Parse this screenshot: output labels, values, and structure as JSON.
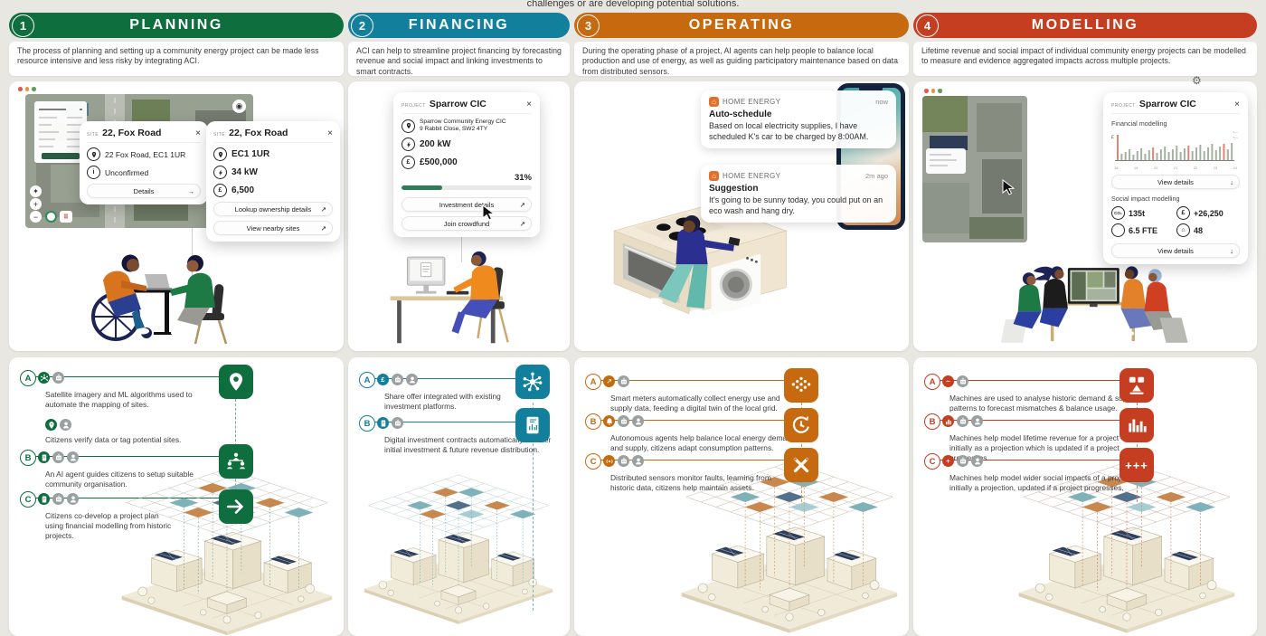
{
  "top_note": "challenges or are developing potential solutions.",
  "icons": {
    "close": "×",
    "external_link": "↗",
    "arrow_right": "→",
    "arrow_down": "↓",
    "gear": "⚙",
    "pound": "£",
    "info": "i",
    "co2": "CO₂",
    "home": "⌂",
    "target": "◉",
    "compass": "✦",
    "zoom_in": "+",
    "zoom_out": "−"
  },
  "colors": {
    "planning": "#0e6e3d",
    "financing": "#12809d",
    "operating": "#c6690f",
    "modelling": "#c63e22",
    "drop_planning": "#7aa98c",
    "drop_financing": "#6fb3c0",
    "drop_operating": "#d98f4f",
    "drop_modelling": "#d57a64"
  },
  "columns": [
    {
      "number": "1",
      "title": "PLANNING",
      "description": "The process of planning and setting up a community energy project can be made less resource intensive and less risky by integrating ACI.",
      "steps": [
        {
          "letter": "A",
          "text": "Satellite imagery and ML algorithms used to automate the mapping of sites.",
          "sub_text": "Citizens verify data or tag potential sites."
        },
        {
          "letter": "B",
          "text": "An AI agent guides citizens to setup suitable community organisation."
        },
        {
          "letter": "C",
          "text": "Citizens co-develop a project plan using financial modelling from historic projects."
        }
      ]
    },
    {
      "number": "2",
      "title": "FINANCING",
      "description": "ACI can help to streamline project financing by forecasting revenue and social impact and linking investments to smart contracts.",
      "steps": [
        {
          "letter": "A",
          "text": "Share offer integrated with existing investment platforms."
        },
        {
          "letter": "B",
          "text": "Digital investment contracts automatically transfer initial investment & future revenue distribution."
        }
      ]
    },
    {
      "number": "3",
      "title": "OPERATING",
      "description": "During the operating phase of a project, AI agents can help people to balance local production and use of energy, as well as guiding participatory maintenance based on data from distributed sensors.",
      "steps": [
        {
          "letter": "A",
          "text": "Smart meters automatically collect energy use and supply data, feeding a digital twin of the local grid."
        },
        {
          "letter": "B",
          "text": "Autonomous agents help balance local energy demand and supply, citizens adapt consumption patterns."
        },
        {
          "letter": "C",
          "text": "Distributed sensors monitor faults, learning from historic data, citizens help maintain assets."
        }
      ]
    },
    {
      "number": "4",
      "title": "MODELLING",
      "description": "Lifetime revenue and social impact of individual community energy projects can be modelled to measure and evidence aggregated impacts across multiple projects.",
      "steps": [
        {
          "letter": "A",
          "text": "Machines are used to analyse historic demand & supply patterns to forecast mismatches & balance usage."
        },
        {
          "letter": "B",
          "text": "Machines help model lifetime revenue for a project - initially as a projection which is updated if a project progresses."
        },
        {
          "letter": "C",
          "text": "Machines help model wider social impacts of a project - initially a projection, updated if a project progresses."
        }
      ]
    }
  ],
  "planning": {
    "site_card_1": {
      "tag": "SITE",
      "name": "22, Fox Road",
      "address": "22 Fox Road, EC1 1UR",
      "status": "Unconfirmed",
      "details_button": "Details"
    },
    "site_card_2": {
      "tag": "SITE",
      "name": "22, Fox Road",
      "address": "EC1 1UR",
      "capacity": "34 kW",
      "value": "6,500",
      "lookup_button": "Lookup ownership details",
      "nearby_button": "View nearby sites"
    }
  },
  "financing": {
    "project_card": {
      "tag": "PROJECT",
      "name": "Sparrow CIC",
      "org_line1": "Sparrow Community Energy CIC",
      "org_line2": "9 Rabbit Close, SW2 4TY",
      "capacity": "200 kW",
      "target": "£500,000",
      "progress_label": "31%",
      "progress_pct": 31,
      "investment_button": "Investment details",
      "crowdfund_button": "Join crowdfund"
    }
  },
  "operating": {
    "notifications": [
      {
        "app": "HOME ENERGY",
        "time": "now",
        "title": "Auto-schedule",
        "body": "Based on local electricity supplies, I have scheduled K's car to be charged by 8:00AM."
      },
      {
        "app": "HOME ENERGY",
        "time": "2m ago",
        "title": "Suggestion",
        "body": "It's going to be sunny today, you could put on an eco wash and hang dry."
      }
    ]
  },
  "modelling": {
    "project_card": {
      "tag": "PROJECT",
      "name": "Sparrow CIC",
      "financial_label": "Financial modelling",
      "view_details": "View details",
      "social_label": "Social impact modelling",
      "chart_axis": "£",
      "chart_ticks": [
        "18",
        "19",
        "20",
        "21",
        "22",
        "23",
        "24"
      ],
      "chart_bars": [
        28,
        7,
        9,
        12,
        6,
        10,
        13,
        7,
        11,
        14,
        8,
        12,
        15,
        9,
        12,
        16,
        9,
        13,
        16,
        10,
        14,
        17,
        10,
        14,
        18,
        11,
        15,
        18,
        12,
        19
      ],
      "co2": "135t",
      "value": "+26,250",
      "fte": "6.5 FTE",
      "homes": "48"
    }
  }
}
